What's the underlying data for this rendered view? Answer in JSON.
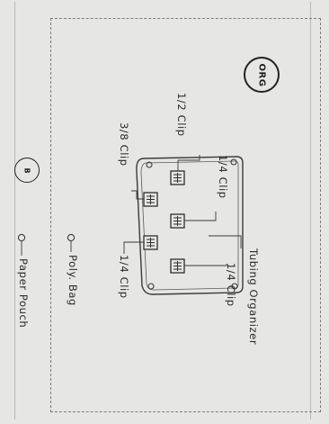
{
  "badges": {
    "org": "ORG",
    "b": "B"
  },
  "labels": {
    "clip_half": "1/2 Clip",
    "clip_quarter_top": "1/4 Clip",
    "clip_three_eighths": "3/8 Clip",
    "clip_quarter_bottom_left": "1/4 Clip",
    "clip_quarter_bottom_right": "1/4 Clip",
    "tubing_organizer": "Tubing Organizer",
    "poly_bag": "Poly. Bag",
    "paper_pouch": "Paper Pouch"
  },
  "colors": {
    "line": "#3a3a3a",
    "background": "#e6e6e4"
  }
}
